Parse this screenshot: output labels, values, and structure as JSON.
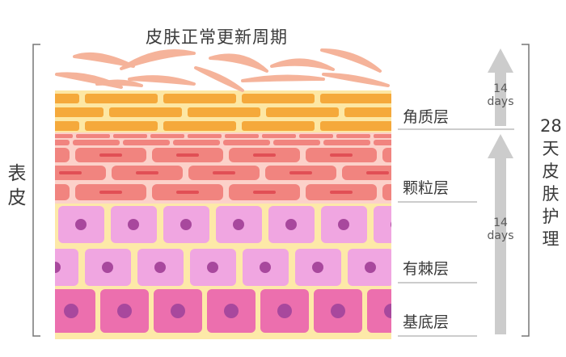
{
  "title": "皮肤正常更新周期",
  "left_label": "表皮",
  "right_label": "28天皮肤护理",
  "layers": [
    {
      "name": "角质层"
    },
    {
      "name": "颗粒层"
    },
    {
      "name": "有棘层"
    },
    {
      "name": "基底层"
    }
  ],
  "cycle_arrows": [
    {
      "num": "14",
      "unit": "days"
    },
    {
      "num": "14",
      "unit": "days"
    }
  ],
  "colors": {
    "flake": "#f5b39a",
    "corneum_bar": "#f5a93b",
    "corneum_bg": "#fde7a4",
    "granular": "#f1847f",
    "granular_bg": "#fcd1c9",
    "spinous": "#f0a6e1",
    "basal": "#ec6fae",
    "nucleus": "#a8489d",
    "arrow": "#c9c9c9"
  }
}
